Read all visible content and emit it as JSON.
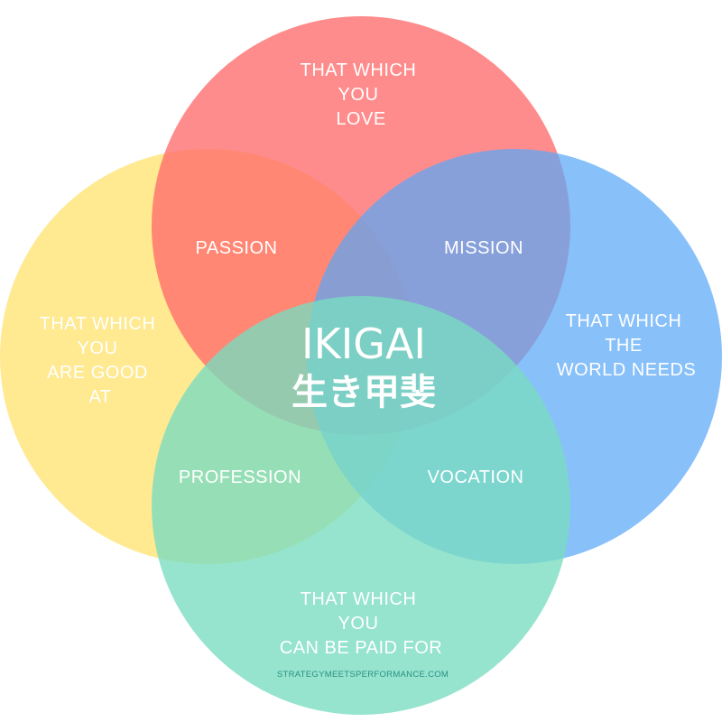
{
  "circles": {
    "love": {
      "lines": [
        "THAT WHICH",
        "YOU",
        "LOVE"
      ],
      "color": "#ff6b6b"
    },
    "good_at": {
      "lines": [
        "THAT WHICH",
        "YOU",
        "ARE GOOD",
        "AT"
      ],
      "color": "#ffe066"
    },
    "world_needs": {
      "lines": [
        "THAT WHICH",
        "THE",
        "WORLD NEEDS"
      ],
      "color": "#5aa7f8"
    },
    "paid_for": {
      "lines": [
        "THAT WHICH",
        "YOU",
        "CAN BE PAID FOR"
      ],
      "color": "#78dcc0"
    }
  },
  "overlaps": {
    "passion": "PASSION",
    "mission": "MISSION",
    "profession": "PROFESSION",
    "vocation": "VOCATION"
  },
  "center": {
    "title": "IKIGAI",
    "kanji": "生き甲斐"
  },
  "credit": {
    "text": "STRATEGYMEETSPERFORMANCE.COM",
    "color": "#2a8f83"
  }
}
